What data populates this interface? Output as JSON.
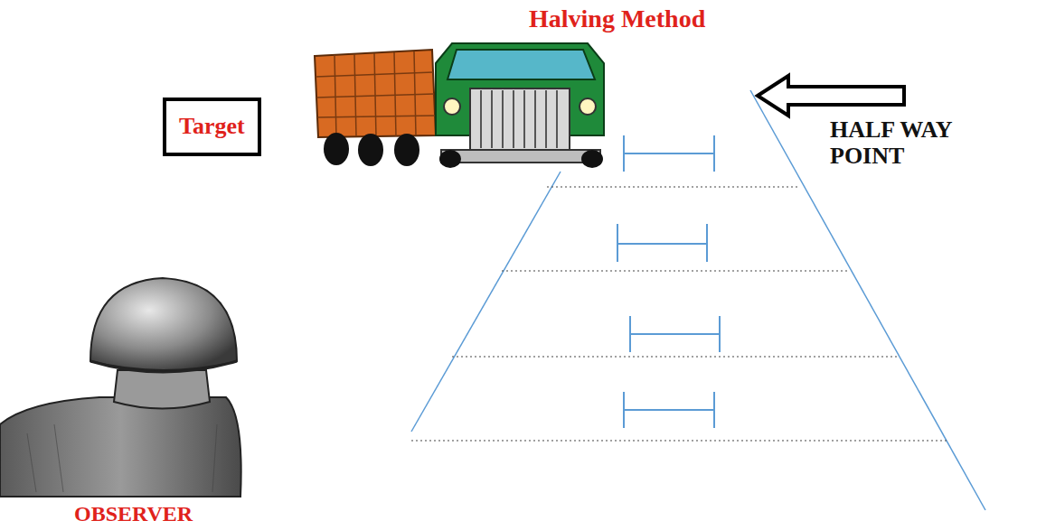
{
  "diagram": {
    "title": "Halving Method",
    "nodes": [
      {
        "text": [
          "Target"
        ]
      }
    ],
    "labels": [
      "HALF WAY POINT",
      "OBSERVER"
    ]
  }
}
